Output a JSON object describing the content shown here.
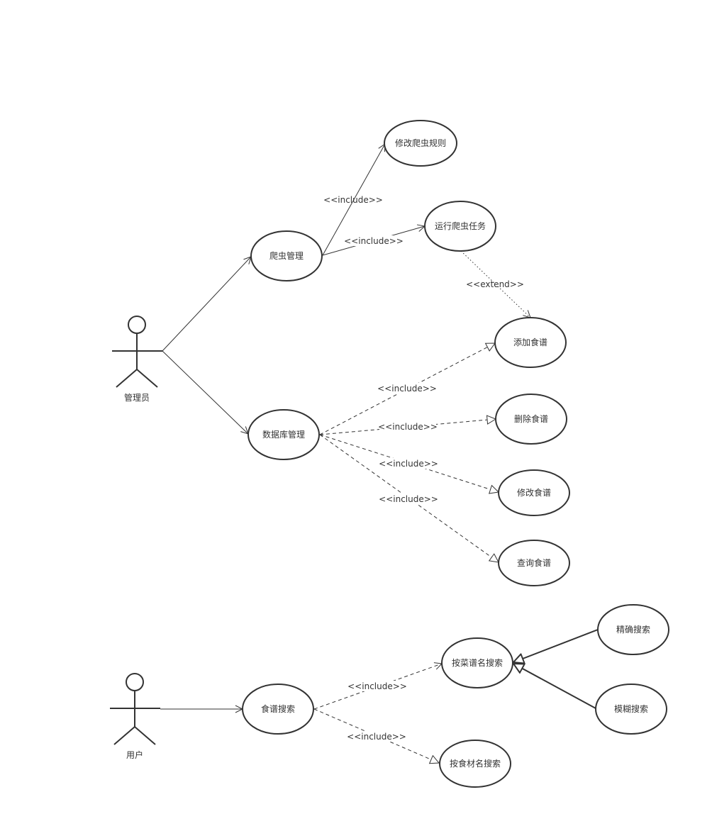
{
  "actors": {
    "admin": "管理员",
    "user": "用户"
  },
  "usecases": {
    "crawler_mgmt": "爬虫管理",
    "modify_rules": "修改爬虫规则",
    "run_task": "运行爬虫任务",
    "db_mgmt": "数据库管理",
    "add_recipe": "添加食谱",
    "delete_recipe": "删除食谱",
    "modify_recipe": "修改食谱",
    "query_recipe": "查询食谱",
    "recipe_search": "食谱搜索",
    "search_by_name": "按菜谱名搜索",
    "search_by_ingredient": "按食材名搜索",
    "exact_search": "精确搜索",
    "fuzzy_search": "模糊搜索"
  },
  "relations": {
    "include": "<<include>>",
    "extend": "<<extend>>"
  }
}
